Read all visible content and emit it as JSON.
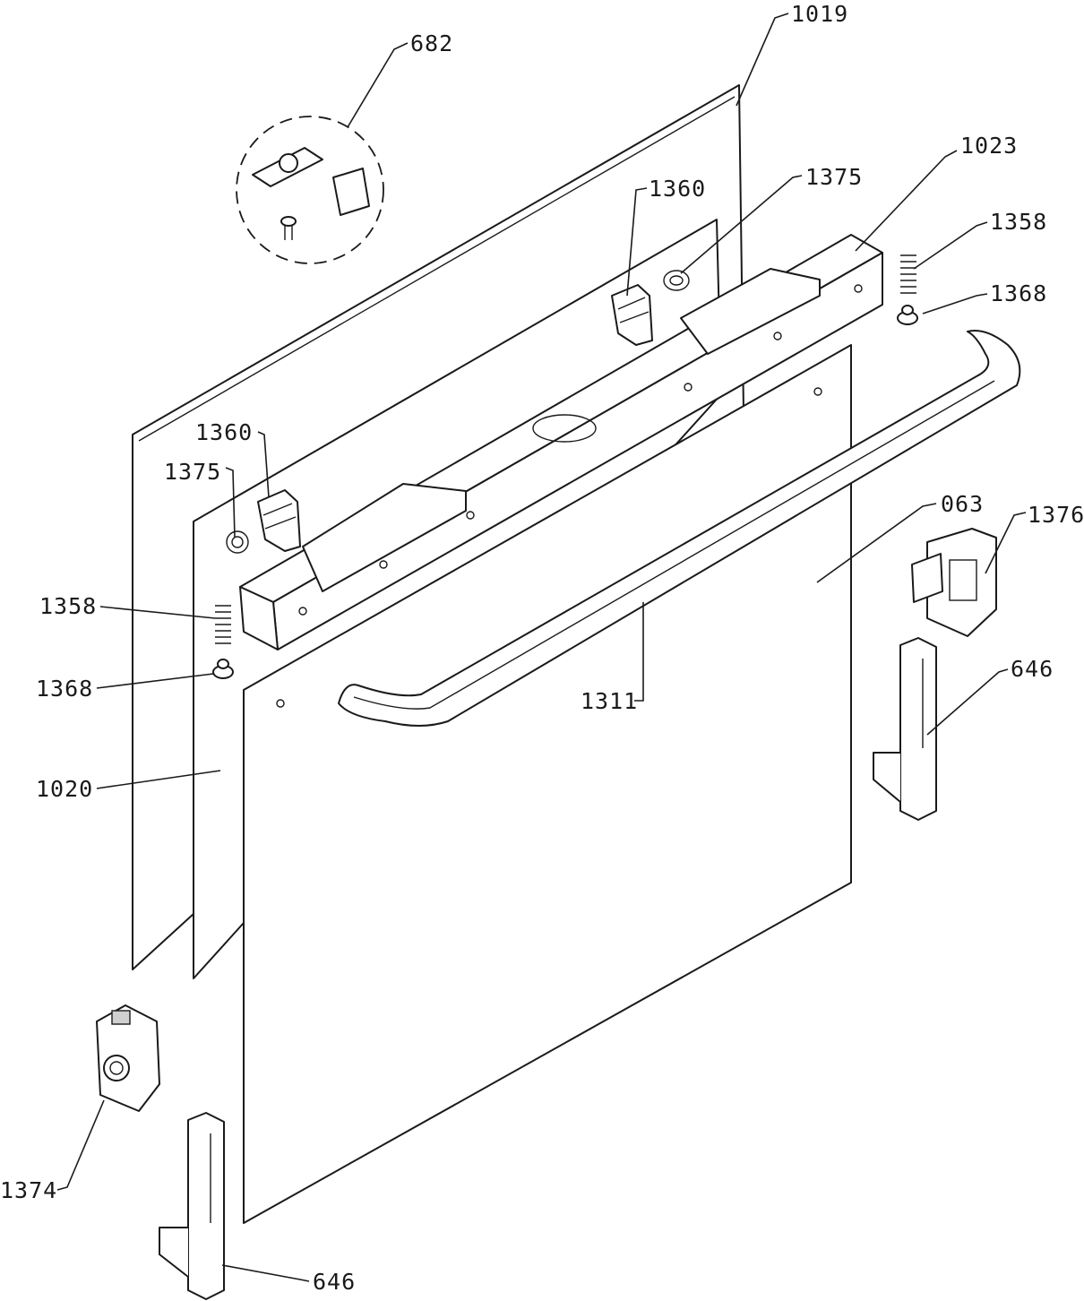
{
  "labels": {
    "l682": "682",
    "l1019": "1019",
    "l1023": "1023",
    "l1360a": "1360",
    "l1375a": "1375",
    "l1358a": "1358",
    "l1368a": "1368",
    "l1360b": "1360",
    "l1375b": "1375",
    "l063": "063",
    "l1376": "1376",
    "l1358b": "1358",
    "l1368b": "1368",
    "l1311": "1311",
    "l646a": "646",
    "l1020": "1020",
    "l1374": "1374",
    "l646b": "646"
  },
  "colors": {
    "line": "#1a1a1a",
    "background": "#ffffff"
  }
}
